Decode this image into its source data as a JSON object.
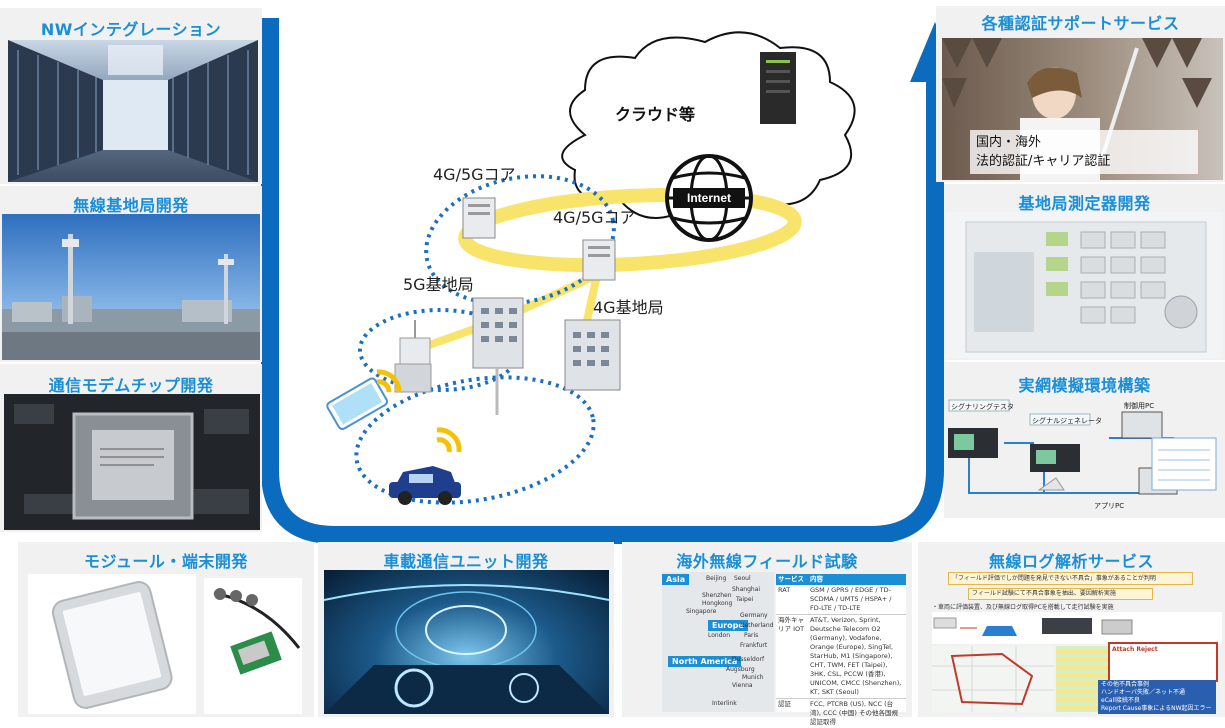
{
  "left_panels": [
    {
      "title": "NWインテグレーション"
    },
    {
      "title": "無線基地局開発"
    },
    {
      "title": "通信モデムチップ開発"
    }
  ],
  "right_panels": [
    {
      "title": "各種認証サポートサービス",
      "caption_line1": "国内・海外",
      "caption_line2": "法的認証/キャリア認証"
    },
    {
      "title": "基地局測定器開発"
    },
    {
      "title": "実網模擬環境構築"
    }
  ],
  "bottom_panels": [
    {
      "title": "モジュール・端末開発"
    },
    {
      "title": "車載通信ユニット開発"
    },
    {
      "title": "海外無線フィールド試験"
    },
    {
      "title": "無線ログ解析サービス"
    }
  ],
  "network": {
    "cloud_label": "クラウド等",
    "internet_label": "Internet",
    "core_a": "4G/5Gコア",
    "core_b": "4G/5Gコア",
    "bs_5g": "5G基地局",
    "bs_4g": "4G基地局"
  },
  "fieldtest": {
    "regions": [
      "Asia",
      "Europe",
      "North America"
    ],
    "table_header": [
      "サービス",
      "内容"
    ],
    "rows": [
      {
        "label": "RAT",
        "text": "GSM / GPRS / EDGE / TD-SCDMA / UMTS / HSPA+ / FD-LTE / TD-LTE"
      },
      {
        "label": "海外キャリア IOT",
        "text": "AT&T, Verizon, Sprint, Deutsche Telecom O2 (Germany), Vodafone, Orange (Europe), SingTel, StarHub, M1 (Singapore), CHT, TWM, FET (Taipei), 3HK, CSL, PCCW (香港), UNICOM, CMCC (Shenzhen), KT, SKT (Seoul)"
      },
      {
        "label": "認証",
        "text": "FCC, PTCRB (US), NCC (台湾), CCC (中国) その他各国規 認証取得"
      }
    ],
    "cities": [
      "Beijing",
      "Seoul",
      "Shanghai",
      "Taipei",
      "Shenzhen",
      "Hongkong",
      "Singapore",
      "Germany",
      "Netherland",
      "London",
      "Paris",
      "Frankfurt",
      "Dusseldorf",
      "Augsburg",
      "Munich",
      "Vienna",
      "Interlink"
    ]
  },
  "logsvc": {
    "banner1": "「フィールド評価でしか問題を発見できない不具合」事象があることが判明",
    "banner2": "フィールド試験にて不具合事象を抽出、要因解析実施",
    "note": "・車両に評価装置、及び無線ログ取得PCを搭載して走行試験を実施",
    "attach_title": "Attach Reject",
    "bullets": [
      "その他不具合事例",
      "ハンドオーバ失敗／ネット不通",
      "eCall接続不良",
      "Report Cause事象によるNW起因エラー"
    ]
  },
  "emu": {
    "labels": [
      "制御用PC",
      "シグナリングテスタ",
      "シグナルジェネレータ",
      "アプリPC"
    ]
  },
  "colors": {
    "accent_blue": "#0a6bbf",
    "title_blue": "#1a8fd6",
    "ring_yellow": "#f9e46b",
    "dotted_blue": "#1a6fc0"
  }
}
